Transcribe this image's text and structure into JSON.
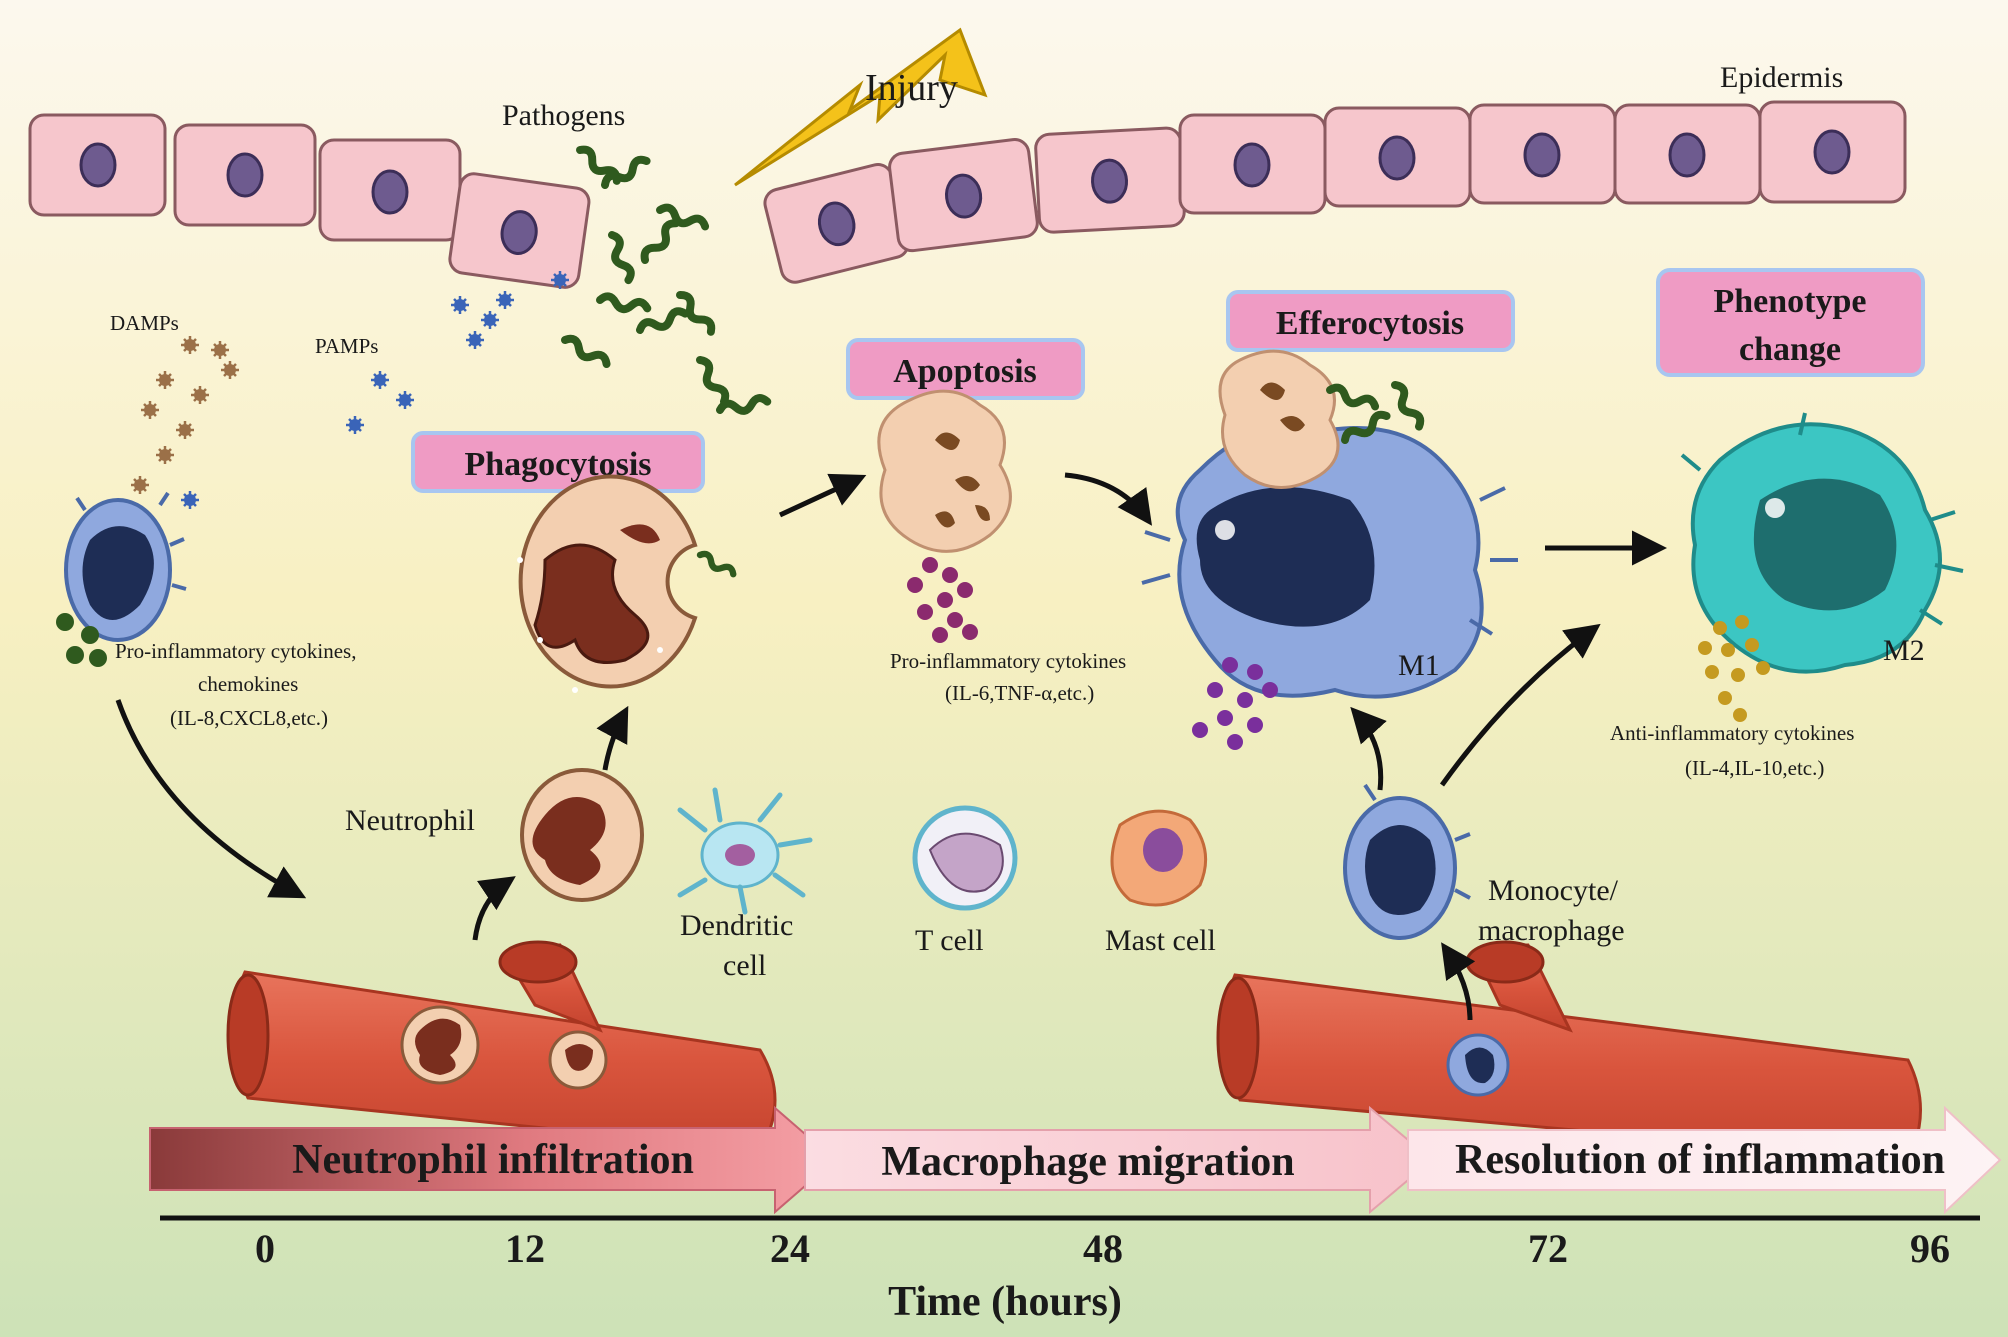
{
  "labels": {
    "injury": "Injury",
    "epidermis": "Epidermis",
    "pathogens": "Pathogens",
    "damps": "DAMPs",
    "pamps": "PAMPs",
    "pro_cytokines_1_line1": "Pro-inflammatory  cytokines,",
    "pro_cytokines_1_line2": "chemokines",
    "pro_cytokines_1_line3": "(IL-8,CXCL8,etc.)",
    "pro_cytokines_2_line1": "Pro-inflammatory  cytokines",
    "pro_cytokines_2_line2": "(IL-6,TNF-α,etc.)",
    "anti_cytokines_line1": "Anti-inflammatory  cytokines",
    "anti_cytokines_line2": "(IL-4,IL-10,etc.)",
    "neutrophil": "Neutrophil",
    "dendritic_line1": "Dendritic",
    "dendritic_line2": "cell",
    "t_cell": "T  cell",
    "mast_cell": "Mast  cell",
    "monocyte_line1": "Monocyte/",
    "monocyte_line2": "macrophage",
    "m1": "M1",
    "m2": "M2"
  },
  "stage_boxes": {
    "phagocytosis": "Phagocytosis",
    "apoptosis": "Apoptosis",
    "efferocytosis": "Efferocytosis",
    "phenotype_line1": "Phenotype",
    "phenotype_line2": "change"
  },
  "phases": [
    "Neutrophil infiltration",
    "Macrophage migration",
    "Resolution of inflammation"
  ],
  "timeline": {
    "ticks": [
      "0",
      "12",
      "24",
      "48",
      "72",
      "96"
    ],
    "title": "Time (hours)"
  },
  "colors": {
    "bg_top": "#fbf7e8",
    "bg_mid": "#f8f0bd",
    "bg_bottom": "#cfe3bb",
    "stage_box_fill": "#ef9bc4",
    "stage_box_border": "#a8c6f0",
    "epidermis_cell": "#f6c6cc",
    "vessel": "#e0624a",
    "neutrophil_body": "#f3cfb0",
    "monocyte": "#7fa0d6",
    "m2_macrophage": "#3cc6c3",
    "pathogen": "#2f5a1e",
    "injury_bolt": "#f4c21a"
  },
  "icons": {
    "injury": "lightning-bolt-icon",
    "pathogen": "squiggle-bacteria-icon"
  }
}
